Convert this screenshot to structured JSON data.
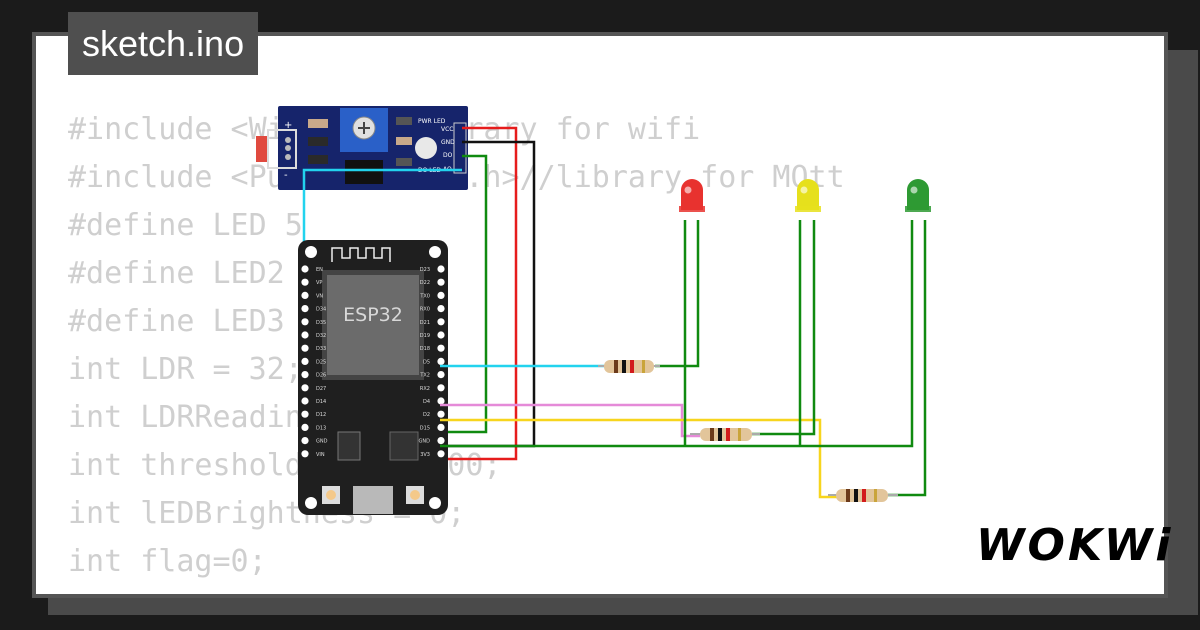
{
  "tab": {
    "title": "sketch.ino"
  },
  "code": {
    "lines": [
      "#include <WiFi.h>//library for wifi",
      "#include <PubSubClient.h>//library for MQtt",
      "#define LED 5",
      "#define LED2 4",
      "#define LED3 2",
      "int LDR = 32;",
      "int LDRReading = 0;",
      "int threshold_val = 800;",
      "int lEDBrightness = 0;",
      "int flag=0;"
    ]
  },
  "sensor_module": {
    "labels": {
      "vcc": "VCC",
      "gnd": "GND",
      "do": "DO",
      "ao": "AO",
      "pwr_led": "PWR LED",
      "do_led": "DO LED",
      "plus": "+",
      "minus": "-"
    }
  },
  "board": {
    "label": "ESP32",
    "left_pins": [
      "EN",
      "VP",
      "VN",
      "D34",
      "D35",
      "D32",
      "D33",
      "D25",
      "D26",
      "D27",
      "D14",
      "D12",
      "D13",
      "GND",
      "VIN"
    ],
    "right_pins": [
      "D23",
      "D22",
      "TX0",
      "RX0",
      "D21",
      "D19",
      "D18",
      "D5",
      "TX2",
      "RX2",
      "D4",
      "D2",
      "D15",
      "GND",
      "3V3"
    ]
  },
  "leds": [
    {
      "name": "red",
      "color": "#e8322f"
    },
    {
      "name": "yellow",
      "color": "#e6e01c"
    },
    {
      "name": "green",
      "color": "#2e9a33"
    }
  ],
  "wires": {
    "cyan": "#22d3ee",
    "red": "#e61c1c",
    "black": "#111111",
    "green": "#108a10",
    "pink": "#e58ad8",
    "yellow": "#f7d51d"
  },
  "brand": {
    "logo": "WOKWi"
  }
}
